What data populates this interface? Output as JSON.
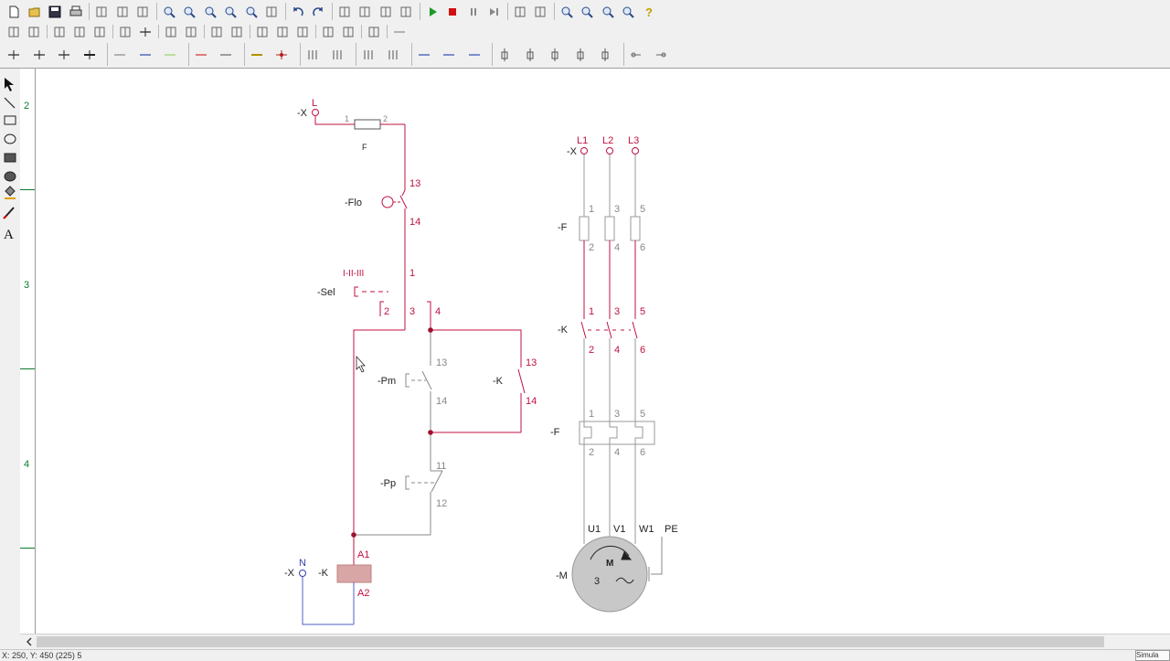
{
  "toolbar": {
    "row1_icons": [
      "new-file-icon",
      "open-folder-icon",
      "save-icon",
      "print-icon",
      "cut-icon",
      "copy-icon",
      "paste-icon",
      "zoom-page-icon",
      "zoom-width-icon",
      "zoom-icon",
      "zoom-area-icon",
      "zoom-select-icon",
      "grid-icon",
      "undo-icon",
      "redo-icon",
      "mirror-icon",
      "rotate-left-icon",
      "rotate-right-icon",
      "flip-icon",
      "simulate-play-icon",
      "simulate-stop-icon",
      "simulate-pause-icon",
      "simulate-step-icon",
      "window-icon",
      "windows-icon",
      "zoom-in-icon",
      "zoom-out-icon",
      "zoom-fit-icon",
      "zoom-all-icon",
      "help-icon"
    ],
    "row2_icons": [
      "pin-icon",
      "contact-icon",
      "switch-icon",
      "multi-switch-icon",
      "coil-icon",
      "box-icon",
      "wire-icon",
      "node-icon",
      "connector-icon",
      "terminal-icon",
      "junction-icon",
      "label-icon",
      "cross-icon",
      "ratio-icon",
      "table-icon",
      "component-icon",
      "sheet-icon",
      "line-icon"
    ],
    "row3_icons": [
      "wire-1-icon",
      "wire-2-icon",
      "wire-3-icon",
      "wire-4-icon",
      "line-black-icon",
      "line-blue-icon",
      "line-green-icon",
      "line-red-icon",
      "line-dark-icon",
      "line-yellow-icon",
      "junction-red-icon",
      "bus-3-icon",
      "bus-branch-icon",
      "align-icon",
      "align-right-icon",
      "line-blue-1-icon",
      "line-blue-2-icon",
      "line-blue-3-icon",
      "plug-1-icon",
      "plug-2-icon",
      "plug-3-icon",
      "plug-4-icon",
      "plug-5-icon",
      "arrow-left-icon",
      "arrow-right-icon"
    ]
  },
  "left_tools": [
    "pointer-icon",
    "line-tool-icon",
    "rectangle-tool-icon",
    "ellipse-tool-icon",
    "filled-rectangle-tool-icon",
    "filled-ellipse-tool-icon",
    "fill-tool-icon",
    "pen-tool-icon",
    "text-tool-icon"
  ],
  "ruler": {
    "labels": [
      "2",
      "3",
      "4"
    ]
  },
  "diagram": {
    "control": {
      "terminal_L": {
        "ref": "-X",
        "label": "L"
      },
      "fuse": {
        "ref": "F",
        "pin1": "1",
        "pin2": "2"
      },
      "pilot": {
        "ref": "-Flo",
        "pin_top": "13",
        "pin_bottom": "14"
      },
      "selector": {
        "ref": "-Sel",
        "positions": "I-II-III",
        "pin_common": "1",
        "pin_a": "2",
        "pin_b": "3",
        "pin_c": "4"
      },
      "start_button": {
        "ref": "-Pm",
        "pin_top": "13",
        "pin_bottom": "14"
      },
      "hold_contact": {
        "ref": "-K",
        "pin_top": "13",
        "pin_bottom": "14"
      },
      "stop_button": {
        "ref": "-Pp",
        "pin_top": "11",
        "pin_bottom": "12"
      },
      "coil": {
        "ref": "-K",
        "pin_top": "A1",
        "pin_bottom": "A2"
      },
      "terminal_N": {
        "ref": "-X",
        "label": "N"
      }
    },
    "power": {
      "terminals": {
        "ref": "-X",
        "labels": [
          "L1",
          "L2",
          "L3"
        ]
      },
      "fuses": {
        "ref": "-F",
        "top_pins": [
          "1",
          "3",
          "5"
        ],
        "bottom_pins": [
          "2",
          "4",
          "6"
        ]
      },
      "contactor": {
        "ref": "-K",
        "top_pins": [
          "1",
          "3",
          "5"
        ],
        "bottom_pins": [
          "2",
          "4",
          "6"
        ]
      },
      "overload": {
        "ref": "-F",
        "top_pins": [
          "1",
          "3",
          "5"
        ],
        "bottom_pins": [
          "2",
          "4",
          "6"
        ]
      },
      "motor": {
        "ref": "-M",
        "terminals": [
          "U1",
          "V1",
          "W1",
          "PE"
        ],
        "symbol": "M",
        "phases": "3",
        "ac_symbol": "~"
      }
    }
  },
  "status": {
    "coords": "X: 250, Y: 450 (225) 5",
    "mode": "Simula"
  }
}
